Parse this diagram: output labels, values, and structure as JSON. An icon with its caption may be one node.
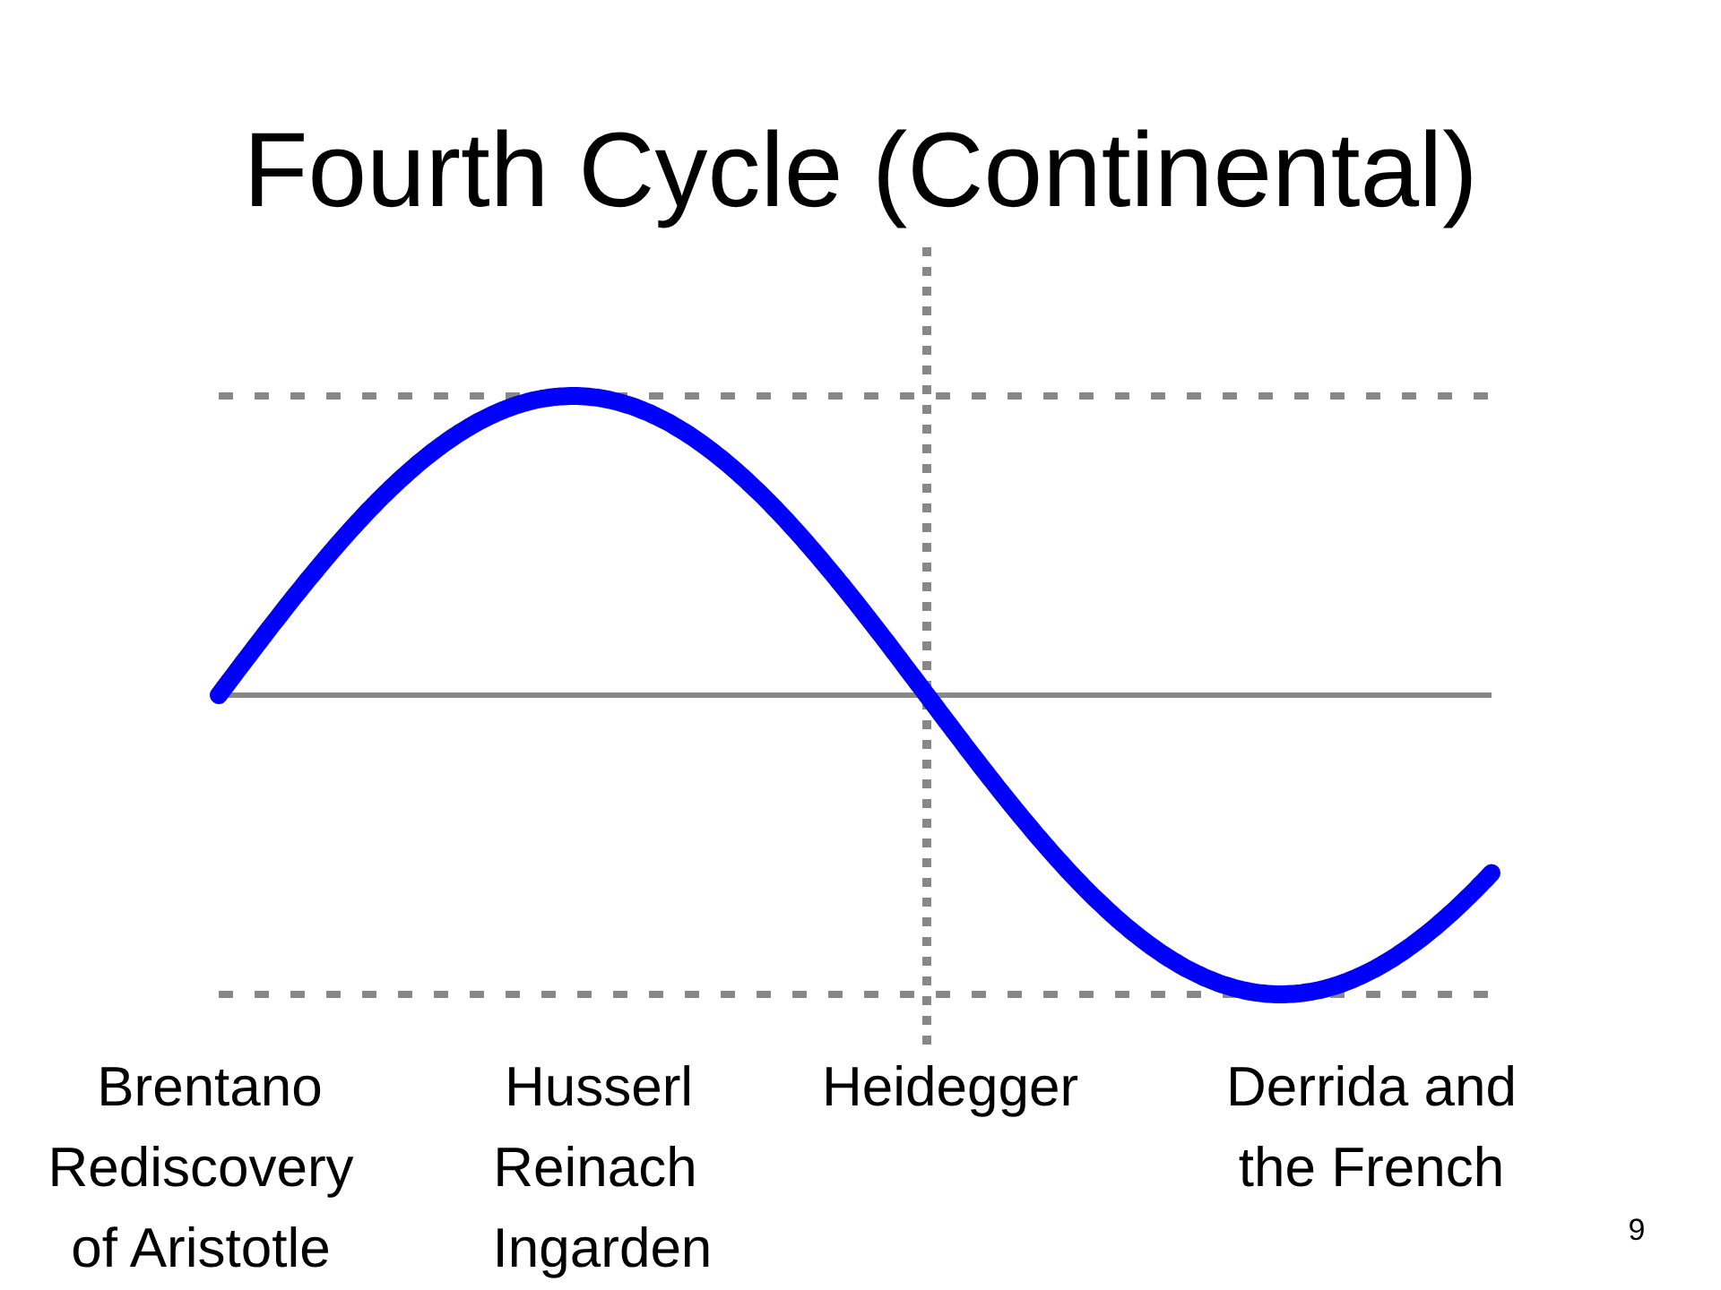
{
  "diagram": {
    "title": "Fourth Cycle (Continental)",
    "labels": [
      "Brentano",
      "Rediscovery of Aristotle",
      "Husserl",
      "Reinach",
      "Ingarden",
      "Heidegger",
      "Derrida and the French",
      "9"
    ]
  }
}
